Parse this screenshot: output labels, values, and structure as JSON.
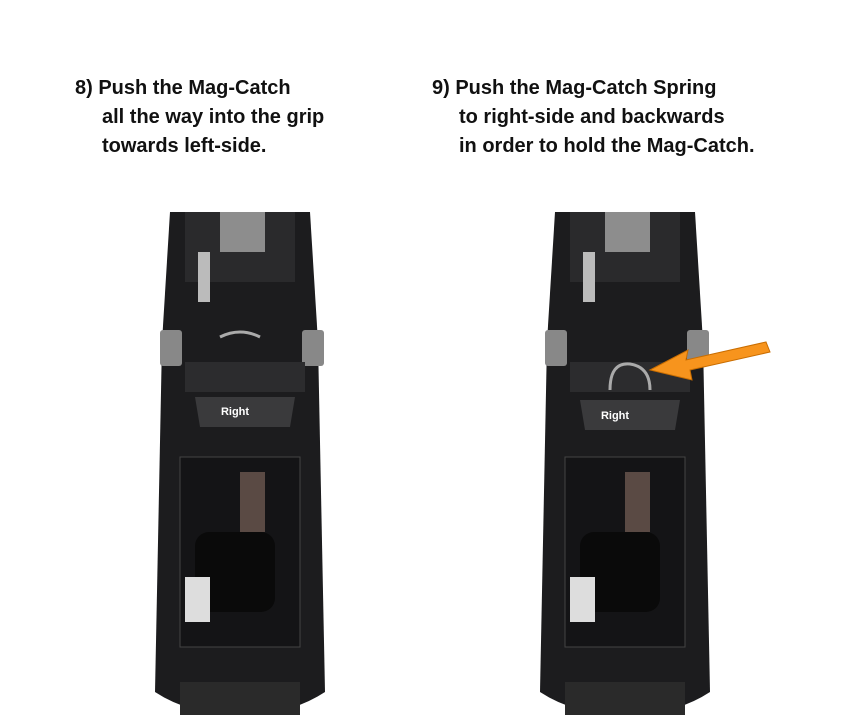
{
  "steps": [
    {
      "lines": [
        "8) Push the Mag-Catch",
        "all the way into the grip",
        "towards left-side."
      ],
      "part_label": "Right"
    },
    {
      "lines": [
        "9) Push the Mag-Catch Spring",
        "to right-side and backwards",
        "in order to hold the Mag-Catch."
      ],
      "part_label": "Right"
    }
  ],
  "colors": {
    "text": "#111111",
    "frame": "#1c1c1e",
    "metal": "#9a9a9a",
    "arrow": "#f7941d"
  }
}
